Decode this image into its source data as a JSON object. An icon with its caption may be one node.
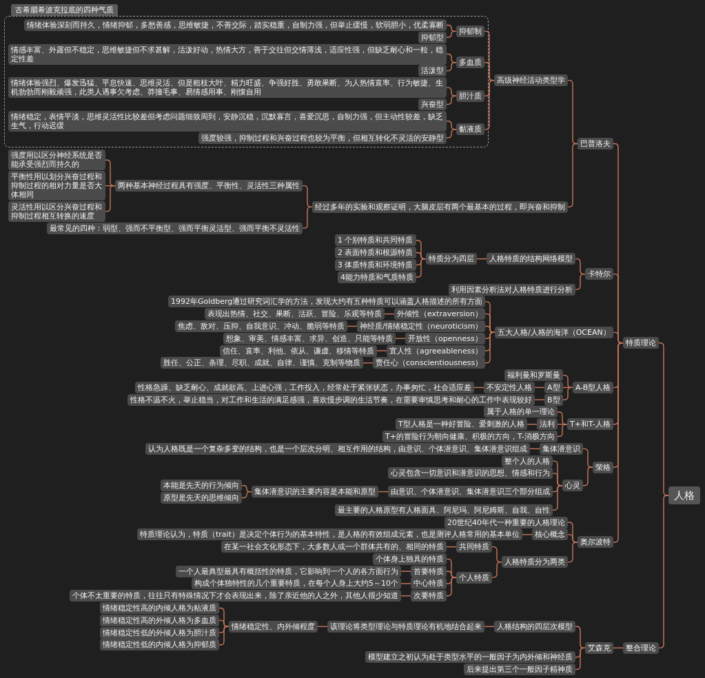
{
  "diagram": {
    "nodes": [
      {
        "text": [
          "古希腊希波克拉底的四种气质"
        ]
      },
      {
        "text": [
          "情绪体验深刻而持久，情绪抑郁，多愁善感，思维敏捷，不善交际，踏实稳重，自制力强，但举止缓慢，软弱胆小，优柔寡断"
        ],
        "in": 0
      },
      {
        "text": [
          "抑郁型"
        ],
        "in": 0
      },
      {
        "text": [
          "抑郁制"
        ],
        "in": 0
      },
      {
        "text": [
          "情感丰富、外露但不稳定，思维敏捷但不求甚解，活泼好动，热情大方，善于交往但交情薄浅，适应性强，但缺乏耐心和一粒，稳定性差"
        ],
        "in": 0
      },
      {
        "text": [
          "活泼型"
        ],
        "in": 0
      },
      {
        "text": [
          "多血质"
        ],
        "in": 0
      },
      {
        "text": [
          "情绪体验强烈、爆发迅猛、平息快速、思维灵活、但是粗枝大叶、精力旺盛、争强好胜、勇敢果断、为人热情直率、行为敏捷、生机勃勃而刚毅顽强，此类人遇事欠考虑、莽撞毛事、易情感用事、刚愎自用"
        ],
        "in": 0
      },
      {
        "text": [
          "兴奋型"
        ],
        "in": 0
      },
      {
        "text": [
          "胆汁质"
        ],
        "in": 0
      },
      {
        "text": [
          "情绪稳定，表情平淡，思维灵活性比较差但考虑问题细致周到，安静沉稳，沉默寡言，喜爱沉思，自制力强，但主动性较差，缺乏生气，行动迟缓"
        ],
        "in": 0
      },
      {
        "text": [
          "强度较强，抑制过程和兴奋过程也较为平衡，但相互转化不灵活的安静型"
        ],
        "in": 0
      },
      {
        "text": [
          "黏液质"
        ],
        "in": 0
      },
      {
        "text": [
          "高级神经活动类型学"
        ]
      },
      {
        "text": [
          "巴普洛夫"
        ]
      },
      {
        "text": [
          "强度用以区分神经系统是否能承受强烈而持久的"
        ]
      },
      {
        "text": [
          "平衡性用以划分兴奋过程和抑制过程的相对力量是否大体相同"
        ]
      },
      {
        "text": [
          "灵活性用以区分兴奋过程和抑制过程相互转换的速度"
        ]
      },
      {
        "text": [
          "两种基本神经过程具有强度、平衡性、灵活性三种属性"
        ]
      },
      {
        "text": [
          "最常见的四种：弱型、强而不平衡型、强而平衡灵活型、强而平衡不灵活性"
        ]
      },
      {
        "text": [
          "经过多年的实验和观察证明，大脑皮层有两个最基本的过程，即兴奋和抑制"
        ]
      },
      {
        "text": [
          "1 个别特质和共同特质"
        ]
      },
      {
        "text": [
          "2 表面特质和根源特质"
        ]
      },
      {
        "text": [
          "3 体质特质和环境特质"
        ]
      },
      {
        "text": [
          "4能力特质和气质特质"
        ]
      },
      {
        "text": [
          "特质分为四层"
        ]
      },
      {
        "text": [
          "人格特质的结构网络模型"
        ]
      },
      {
        "text": [
          "利用因素分析法对人格特质进行分析"
        ]
      },
      {
        "text": [
          "卡特尔"
        ]
      },
      {
        "text": [
          "1992年Goldberg通过研究词汇学的方法，发现大约有五种特质可以涵盖人格描述的所有方面"
        ]
      },
      {
        "text": [
          "表现出热情、社交、果断、活跃、冒险、乐观等特质"
        ]
      },
      {
        "text": [
          "外倾性（extraversion）"
        ]
      },
      {
        "text": [
          "焦虑、敌对、压抑、自我意识、冲动、脆弱等特质"
        ]
      },
      {
        "text": [
          "神经质/情绪稳定性（neuroticism）"
        ]
      },
      {
        "text": [
          "想象、审美、情感丰富、求异、创造、只能等特质"
        ]
      },
      {
        "text": [
          "开放性（openness）"
        ]
      },
      {
        "text": [
          "信任、直率、利他、依从、谦虚、移情等特质"
        ]
      },
      {
        "text": [
          "宜人性（agreeableness）"
        ]
      },
      {
        "text": [
          "胜任、公正、条理、尽职、成就、自律、谨慎、克制等物质"
        ]
      },
      {
        "text": [
          "责任心（conscientiousness）"
        ]
      },
      {
        "text": [
          "五大人格/人格的海洋（OCEAN）"
        ]
      },
      {
        "text": [
          "福利曼和罗斯曼"
        ]
      },
      {
        "text": [
          "性格急躁、缺乏耐心、成就欲高、上进心强，工作投入，经常处于紧张状态，办事匆忙，社会适应差"
        ]
      },
      {
        "text": [
          "不安定性人格"
        ]
      },
      {
        "text": [
          "A型"
        ]
      },
      {
        "text": [
          "性格不温不火，举止稳当，对工作和生活的满足感强，喜欢慢步调的生活节奏，在需要审慎思考和耐心的工作中表现较好"
        ]
      },
      {
        "text": [
          "B型"
        ]
      },
      {
        "text": [
          "A-B型人格"
        ]
      },
      {
        "text": [
          "属于人格的单一理论"
        ]
      },
      {
        "text": [
          "T型人格是一种好冒险、爱刺激的人格"
        ]
      },
      {
        "text": [
          "法利"
        ]
      },
      {
        "text": [
          "T+的冒险行为朝向健康、积极的方向，T-消极方向"
        ]
      },
      {
        "text": [
          "T+和T-人格"
        ]
      },
      {
        "text": [
          "特质理论"
        ]
      },
      {
        "text": [
          "人格"
        ]
      },
      {
        "text": [
          "认为人格既是一个复杂多变的结构，也是一个层次分明、相互作用的结构，由意识、个体潜意识、集体潜意识组成"
        ]
      },
      {
        "text": [
          "集体潜意识"
        ]
      },
      {
        "text": [
          "整个人的人格"
        ]
      },
      {
        "text": [
          "心灵包含一切意识和潜意识的思想、情感和行为"
        ]
      },
      {
        "text": [
          "本能是先天的行为倾向"
        ]
      },
      {
        "text": [
          "原型是先天的思维倾向"
        ]
      },
      {
        "text": [
          "集体潜意识的主要内容是本能和原型"
        ]
      },
      {
        "text": [
          "由意识、个体潜意识、集体潜意识三个部分组成"
        ]
      },
      {
        "text": [
          "最主要的人格原型有人格面具、阿尼玛、阿尼姆斯、自我、自性"
        ]
      },
      {
        "text": [
          "心灵"
        ]
      },
      {
        "text": [
          "荣格"
        ]
      },
      {
        "text": [
          "20世纪40年代一种重要的人格理论"
        ]
      },
      {
        "text": [
          "特质理论认为，特质（trait）是决定个体行为的基本特性，是人格的有效组成元素，也是测评人格常用的基本单位"
        ]
      },
      {
        "text": [
          "核心概念"
        ]
      },
      {
        "text": [
          "奥尔波特"
        ]
      },
      {
        "text": [
          "在某一社会文化形态下，大多数人或一个群体共有的、相同的特质"
        ]
      },
      {
        "text": [
          "共同特质"
        ]
      },
      {
        "text": [
          "个体身上独具的特质"
        ]
      },
      {
        "text": [
          "一个人最典型最具有概括性的特质，它影响到一个人的各方面行为"
        ]
      },
      {
        "text": [
          "首要特质"
        ]
      },
      {
        "text": [
          "构成个体独特性的几个重要特质，在每个人身上大约5～10个"
        ]
      },
      {
        "text": [
          "中心特质"
        ]
      },
      {
        "text": [
          "个体不太重要的特质，往往只有特殊情况下才会表现出来，除了亲近他的人之外，其他人很少知道"
        ]
      },
      {
        "text": [
          "次要特质"
        ]
      },
      {
        "text": [
          "个人特质"
        ]
      },
      {
        "text": [
          "人格特质分为两类"
        ]
      },
      {
        "text": [
          "情绪稳定性高的内倾人格为粘液质"
        ]
      },
      {
        "text": [
          "情绪稳定性高的外倾人格为多血质"
        ]
      },
      {
        "text": [
          "情绪稳定性低的外倾人格为胆汁质"
        ]
      },
      {
        "text": [
          "情绪稳定性低的内倾人格为抑郁质"
        ]
      },
      {
        "text": [
          "情绪稳定性、内外倾程度"
        ]
      },
      {
        "text": [
          "该理论将类型理论与特质理论有机地结合起来"
        ]
      },
      {
        "text": [
          "人格结构的四层次模型"
        ]
      },
      {
        "text": [
          "模型建立之初认为处于类型水平的一般因子为内外倾和神经质"
        ]
      },
      {
        "text": [
          "后来提出第三个一般因子精神质"
        ]
      },
      {
        "text": [
          "艾森克"
        ]
      },
      {
        "text": [
          "整合理论"
        ]
      }
    ],
    "edges": [
      {
        "from": 54,
        "to": 53,
        "arrow": "none"
      },
      {
        "from": 54,
        "to": 91,
        "arrow": "none"
      },
      {
        "from": 53,
        "to": 14,
        "arrow": "none"
      },
      {
        "from": 53,
        "to": 28,
        "arrow": "none"
      },
      {
        "from": 53,
        "to": 40,
        "arrow": "none"
      },
      {
        "from": 53,
        "to": 47,
        "arrow": "none"
      },
      {
        "from": 53,
        "to": 52,
        "arrow": "none"
      },
      {
        "from": 53,
        "to": 65,
        "arrow": "none"
      },
      {
        "from": 53,
        "to": 69,
        "arrow": "none"
      },
      {
        "from": 14,
        "to": 13,
        "arrow": "none"
      },
      {
        "from": 14,
        "to": 20,
        "arrow": "none"
      },
      {
        "from": 13,
        "to": 3,
        "arrow": "none"
      },
      {
        "from": 13,
        "to": 6,
        "arrow": "none"
      },
      {
        "from": 13,
        "to": 9,
        "arrow": "none"
      },
      {
        "from": 13,
        "to": 12,
        "arrow": "none"
      },
      {
        "from": 3,
        "to": 1,
        "arrow": "none"
      },
      {
        "from": 3,
        "to": 2,
        "arrow": "none"
      },
      {
        "from": 6,
        "to": 4,
        "arrow": "none"
      },
      {
        "from": 6,
        "to": 5,
        "arrow": "none"
      },
      {
        "from": 9,
        "to": 7,
        "arrow": "none"
      },
      {
        "from": 9,
        "to": 8,
        "arrow": "none"
      },
      {
        "from": 12,
        "to": 10,
        "arrow": "none"
      },
      {
        "from": 12,
        "to": 11,
        "arrow": "none"
      },
      {
        "from": 20,
        "to": 18,
        "arrow": "none"
      },
      {
        "from": 20,
        "to": 19,
        "arrow": "none"
      },
      {
        "from": 18,
        "to": 15,
        "arrow": "none"
      },
      {
        "from": 18,
        "to": 16,
        "arrow": "none"
      },
      {
        "from": 18,
        "to": 17,
        "arrow": "none"
      },
      {
        "from": 28,
        "to": 26,
        "arrow": "none"
      },
      {
        "from": 28,
        "to": 27,
        "arrow": "none"
      },
      {
        "from": 26,
        "to": 25,
        "arrow": "none"
      },
      {
        "from": 25,
        "to": 21,
        "arrow": "none"
      },
      {
        "from": 25,
        "to": 22,
        "arrow": "none"
      },
      {
        "from": 25,
        "to": 23,
        "arrow": "none"
      },
      {
        "from": 25,
        "to": 24,
        "arrow": "none"
      },
      {
        "from": 40,
        "to": 29,
        "arrow": "none"
      },
      {
        "from": 40,
        "to": 31,
        "arrow": "none"
      },
      {
        "from": 40,
        "to": 33,
        "arrow": "none"
      },
      {
        "from": 40,
        "to": 35,
        "arrow": "none"
      },
      {
        "from": 40,
        "to": 37,
        "arrow": "none"
      },
      {
        "from": 40,
        "to": 39,
        "arrow": "none"
      },
      {
        "from": 31,
        "to": 30,
        "arrow": "none"
      },
      {
        "from": 33,
        "to": 32,
        "arrow": "none"
      },
      {
        "from": 35,
        "to": 34,
        "arrow": "none"
      },
      {
        "from": 37,
        "to": 36,
        "arrow": "none"
      },
      {
        "from": 39,
        "to": 38,
        "arrow": "none"
      },
      {
        "from": 47,
        "to": 41,
        "arrow": "none"
      },
      {
        "from": 47,
        "to": 44,
        "arrow": "none"
      },
      {
        "from": 47,
        "to": 46,
        "arrow": "none"
      },
      {
        "from": 44,
        "to": 43,
        "arrow": "none"
      },
      {
        "from": 43,
        "to": 42,
        "arrow": "none"
      },
      {
        "from": 46,
        "to": 45,
        "arrow": "none"
      },
      {
        "from": 52,
        "to": 48,
        "arrow": "none"
      },
      {
        "from": 52,
        "to": 50,
        "arrow": "none"
      },
      {
        "from": 52,
        "to": 51,
        "arrow": "none"
      },
      {
        "from": 50,
        "to": 49,
        "arrow": "none"
      },
      {
        "from": 65,
        "to": 56,
        "arrow": "none"
      },
      {
        "from": 65,
        "to": 64,
        "arrow": "none"
      },
      {
        "from": 56,
        "to": 55,
        "arrow": "none"
      },
      {
        "from": 64,
        "to": 57,
        "arrow": "none"
      },
      {
        "from": 64,
        "to": 58,
        "arrow": "none"
      },
      {
        "from": 64,
        "to": 62,
        "arrow": "none"
      },
      {
        "from": 64,
        "to": 63,
        "arrow": "none"
      },
      {
        "from": 62,
        "to": 61,
        "arrow": "none"
      },
      {
        "from": 61,
        "to": 59,
        "arrow": "none"
      },
      {
        "from": 61,
        "to": 60,
        "arrow": "none"
      },
      {
        "from": 69,
        "to": 66,
        "arrow": "none"
      },
      {
        "from": 69,
        "to": 68,
        "arrow": "none"
      },
      {
        "from": 69,
        "to": 80,
        "arrow": "none"
      },
      {
        "from": 68,
        "to": 67,
        "arrow": "none"
      },
      {
        "from": 80,
        "to": 71,
        "arrow": "none"
      },
      {
        "from": 80,
        "to": 79,
        "arrow": "none"
      },
      {
        "from": 71,
        "to": 70,
        "arrow": "none"
      },
      {
        "from": 79,
        "to": 72,
        "arrow": "none"
      },
      {
        "from": 79,
        "to": 74,
        "arrow": "none"
      },
      {
        "from": 79,
        "to": 76,
        "arrow": "none"
      },
      {
        "from": 79,
        "to": 78,
        "arrow": "none"
      },
      {
        "from": 74,
        "to": 73,
        "arrow": "none"
      },
      {
        "from": 76,
        "to": 75,
        "arrow": "none"
      },
      {
        "from": 78,
        "to": 77,
        "arrow": "none"
      },
      {
        "from": 91,
        "to": 90,
        "arrow": "none"
      },
      {
        "from": 90,
        "to": 87,
        "arrow": "none"
      },
      {
        "from": 90,
        "to": 88,
        "arrow": "none"
      },
      {
        "from": 90,
        "to": 89,
        "arrow": "none"
      },
      {
        "from": 87,
        "to": 86,
        "arrow": "none"
      },
      {
        "from": 86,
        "to": 85,
        "arrow": "none"
      },
      {
        "from": 85,
        "to": 81,
        "arrow": "none"
      },
      {
        "from": 85,
        "to": 82,
        "arrow": "none"
      },
      {
        "from": 85,
        "to": 83,
        "arrow": "none"
      },
      {
        "from": 85,
        "to": 84,
        "arrow": "none"
      }
    ]
  }
}
